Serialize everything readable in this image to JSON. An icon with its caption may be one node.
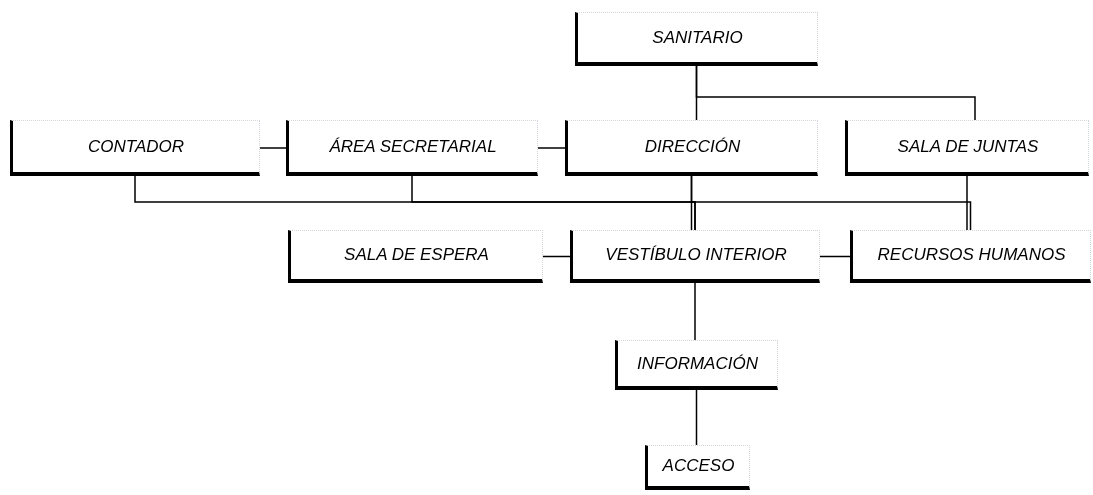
{
  "diagram": {
    "nodes": [
      {
        "text": [
          "SANITARIO"
        ]
      },
      {
        "text": [
          "CONTADOR"
        ]
      },
      {
        "text": [
          "ÁREA SECRETARIAL"
        ]
      },
      {
        "text": [
          "DIRECCIÓN"
        ]
      },
      {
        "text": [
          "SALA DE JUNTAS"
        ]
      },
      {
        "text": [
          "SALA DE ESPERA"
        ]
      },
      {
        "text": [
          "VESTÍBULO INTERIOR"
        ]
      },
      {
        "text": [
          "RECURSOS HUMANOS"
        ]
      },
      {
        "text": [
          "INFORMACIÓN"
        ]
      },
      {
        "text": [
          "ACCESO"
        ]
      }
    ],
    "edges": [
      {
        "from": 0,
        "to": 3,
        "arrow": "none"
      },
      {
        "from": 0,
        "to": 4,
        "arrow": "none"
      },
      {
        "from": 1,
        "to": 2,
        "arrow": "none"
      },
      {
        "from": 2,
        "to": 3,
        "arrow": "none"
      },
      {
        "from": 1,
        "to": 6,
        "arrow": "none"
      },
      {
        "from": 2,
        "to": 6,
        "arrow": "none"
      },
      {
        "from": 3,
        "to": 6,
        "arrow": "none"
      },
      {
        "from": 4,
        "to": 7,
        "arrow": "none"
      },
      {
        "from": 3,
        "to": 7,
        "arrow": "none"
      },
      {
        "from": 5,
        "to": 6,
        "arrow": "none"
      },
      {
        "from": 6,
        "to": 7,
        "arrow": "none"
      },
      {
        "from": 6,
        "to": 8,
        "arrow": "none"
      },
      {
        "from": 8,
        "to": 9,
        "arrow": "none"
      }
    ]
  }
}
